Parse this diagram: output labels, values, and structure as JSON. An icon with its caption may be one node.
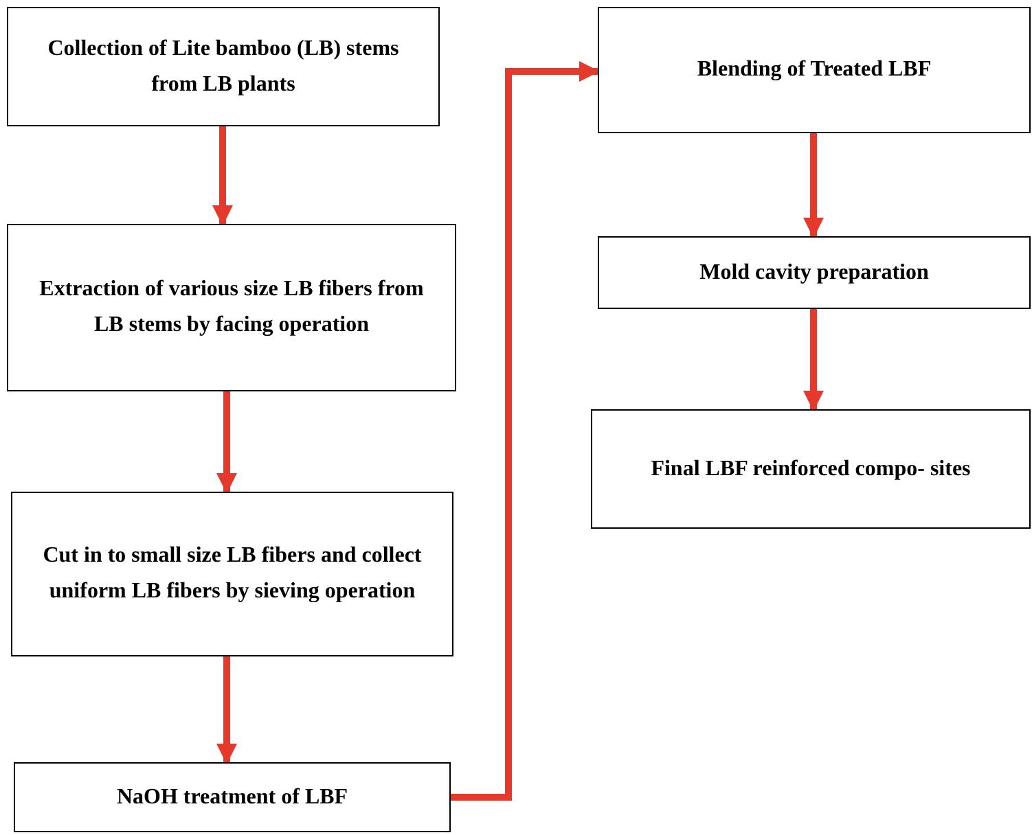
{
  "diagram": {
    "nodes": [
      {
        "text": [
          "Collection of Lite bamboo (LB) stems from LB plants"
        ]
      },
      {
        "text": [
          "Extraction of various size LB fibers from LB stems by facing operation"
        ]
      },
      {
        "text": [
          "Cut in to small size LB fibers and collect uniform LB fibers by sieving operation"
        ]
      },
      {
        "text": [
          "NaOH treatment of LBF"
        ]
      },
      {
        "text": [
          "Blending of Treated LBF"
        ]
      },
      {
        "text": [
          "Mold cavity preparation"
        ]
      },
      {
        "text": [
          "Final LBF reinforced compo- sites"
        ]
      }
    ],
    "edges": [
      {
        "from": 0,
        "to": 1,
        "arrow": "to"
      },
      {
        "from": 1,
        "to": 2,
        "arrow": "to"
      },
      {
        "from": 2,
        "to": 3,
        "arrow": "to"
      },
      {
        "from": 3,
        "to": 4,
        "arrow": "to"
      },
      {
        "from": 4,
        "to": 5,
        "arrow": "to"
      },
      {
        "from": 5,
        "to": 6,
        "arrow": "to"
      }
    ]
  }
}
